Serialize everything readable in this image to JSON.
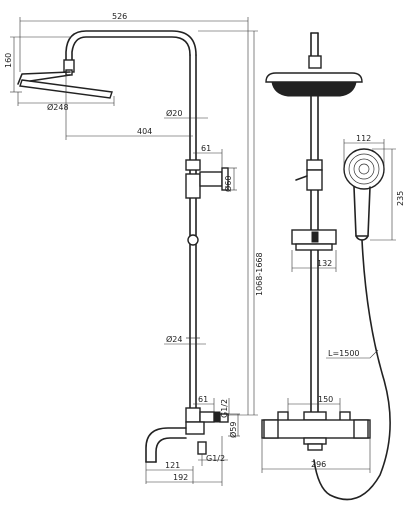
{
  "dimensions": {
    "overall_width": "526",
    "head_height": "160",
    "head_diameter": "Ø248",
    "arm_diameter": "Ø20",
    "arm_length": "404",
    "holder_offset": "61",
    "holder_diameter": "Ø60",
    "total_height": "1068-1668",
    "pipe_diameter": "Ø24",
    "valve_offset": "61",
    "inlet_thread_top": "G1/2",
    "valve_diameter": "Ø59",
    "inlet_thread_bottom": "G1/2",
    "spout_length": "121",
    "spout_total": "192",
    "hand_shower_width": "112",
    "hand_shower_length": "235",
    "slider_width": "132",
    "hose_length": "L=1500",
    "valve_spacing": "150",
    "mixer_width": "296"
  }
}
